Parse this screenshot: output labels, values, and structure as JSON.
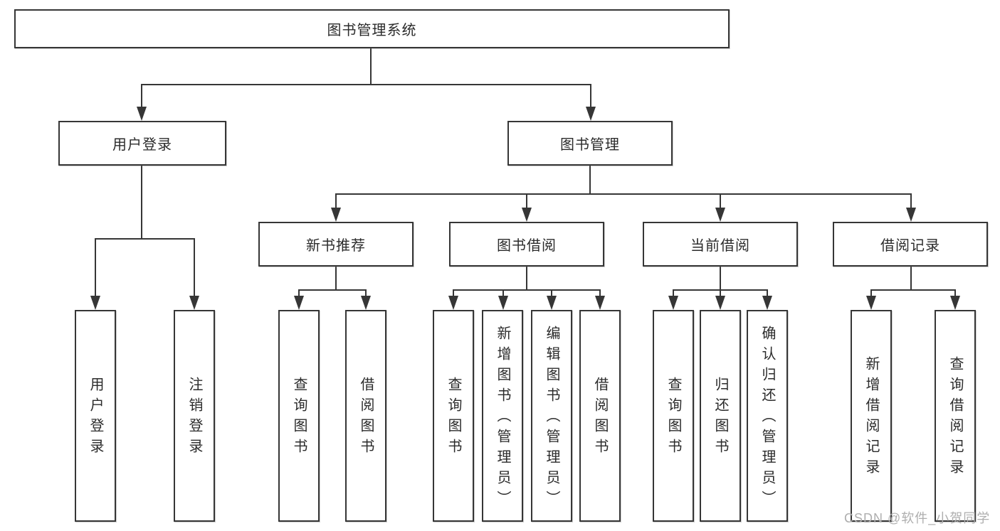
{
  "diagram": {
    "root": {
      "label": "图书管理系统"
    },
    "branches": [
      {
        "label": "用户登录",
        "children": [
          {
            "label": "用户登录"
          },
          {
            "label": "注销登录"
          }
        ]
      },
      {
        "label": "图书管理",
        "children": [
          {
            "label": "新书推荐",
            "children": [
              {
                "label": "查询图书"
              },
              {
                "label": "借阅图书"
              }
            ]
          },
          {
            "label": "图书借阅",
            "children": [
              {
                "label": "查询图书"
              },
              {
                "label": "新增图书（管理员）"
              },
              {
                "label": "编辑图书（管理员）"
              },
              {
                "label": "借阅图书"
              }
            ]
          },
          {
            "label": "当前借阅",
            "children": [
              {
                "label": "查询图书"
              },
              {
                "label": "归还图书"
              },
              {
                "label": "确认归还（管理员）"
              }
            ]
          },
          {
            "label": "借阅记录",
            "children": [
              {
                "label": "新增借阅记录"
              },
              {
                "label": "查询借阅记录"
              }
            ]
          }
        ]
      }
    ]
  },
  "watermark": {
    "text": "CSDN @软件_小贺同学"
  },
  "colors": {
    "line": "#363636",
    "box_border": "#363636",
    "text": "#2b2b2b",
    "background": "#ffffff",
    "watermark": "#aeaeae"
  }
}
